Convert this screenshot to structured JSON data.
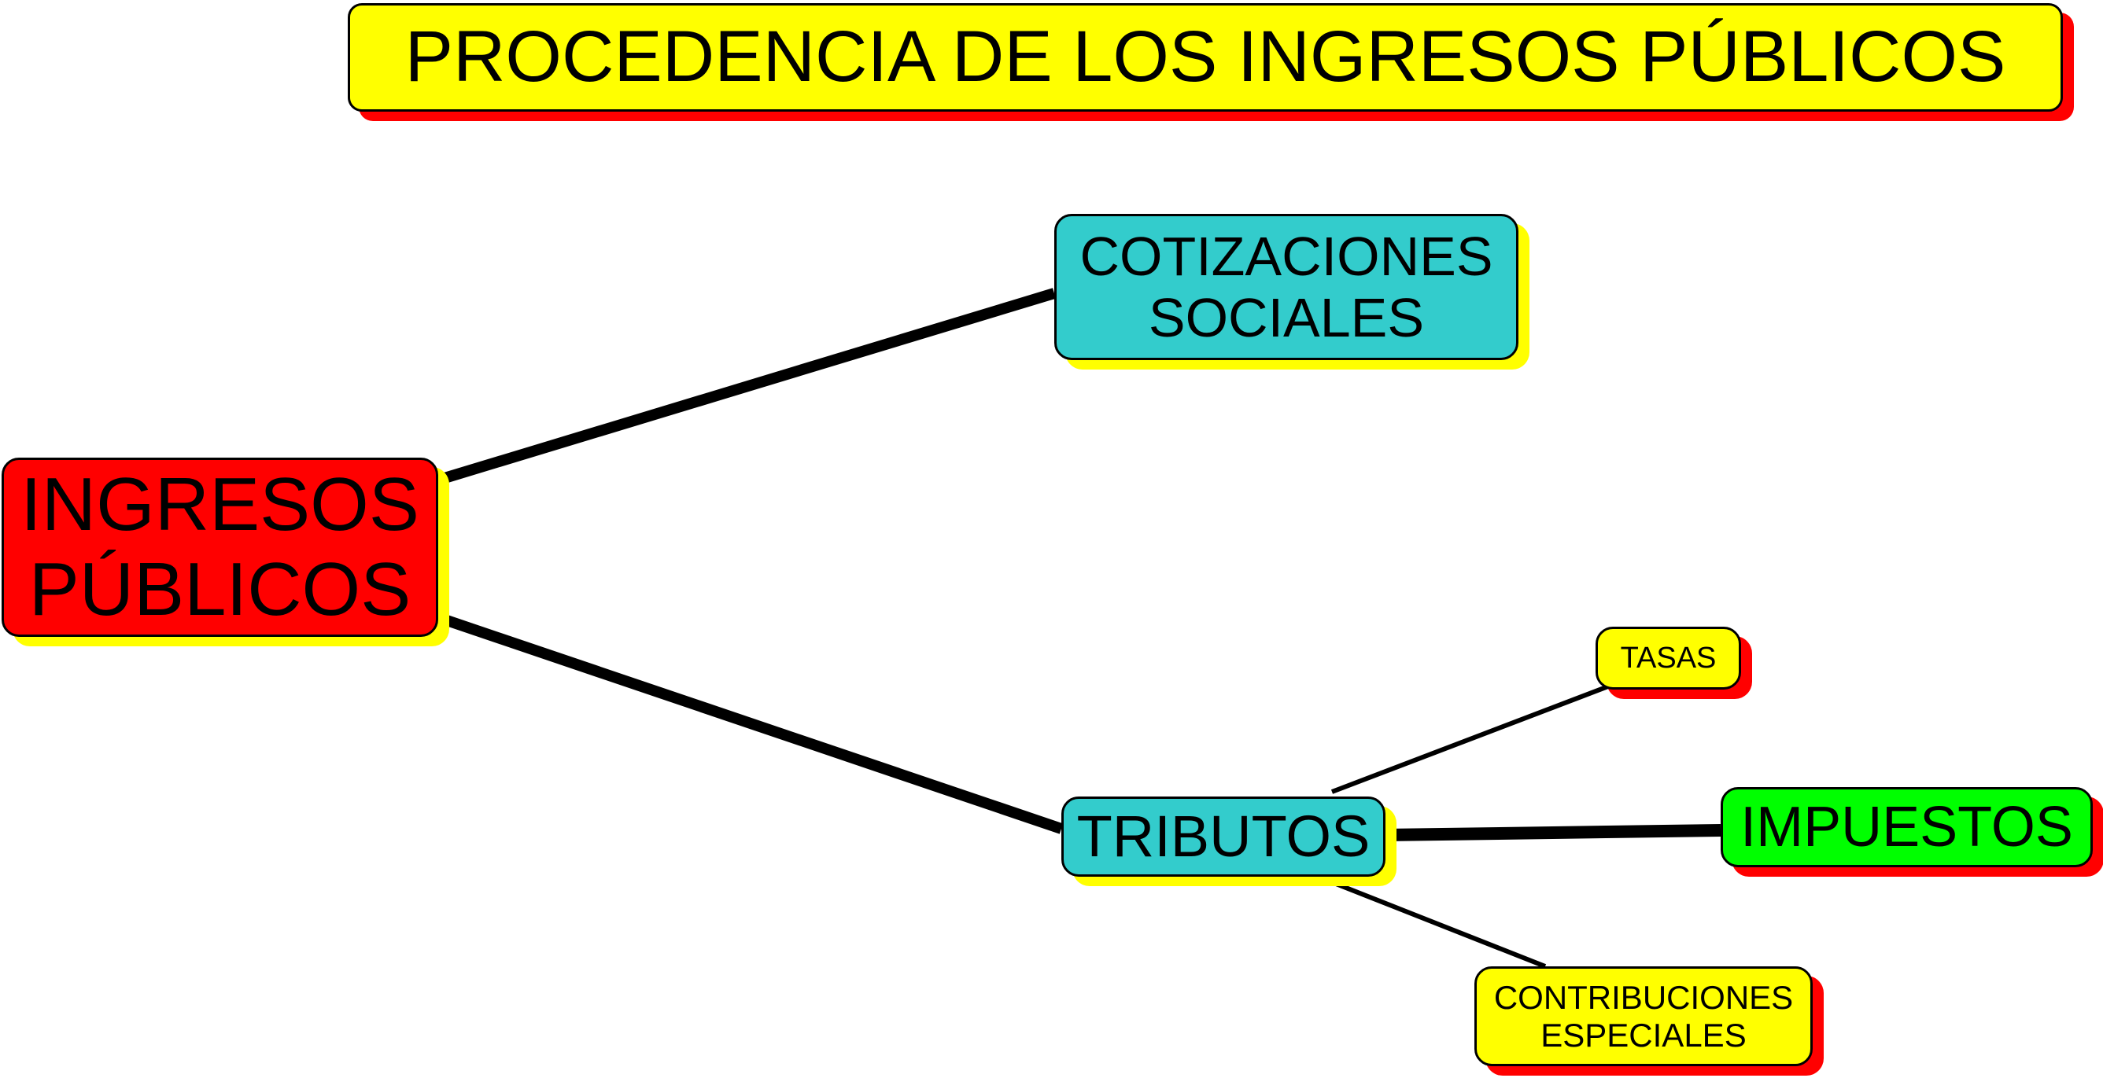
{
  "title": "PROCEDENCIA DE LOS INGRESOS PÚBLICOS",
  "nodes": {
    "root": {
      "line1": "INGRESOS",
      "line2": "PÚBLICOS",
      "color": "#ff0000",
      "shadow": "#ffff00"
    },
    "cotizaciones": {
      "line1": "COTIZACIONES",
      "line2": "SOCIALES",
      "color": "#33cccc",
      "shadow": "#ffff00"
    },
    "tributos": {
      "label": "TRIBUTOS",
      "color": "#33cccc",
      "shadow": "#ffff00"
    },
    "tasas": {
      "label": "TASAS",
      "color": "#ffff00",
      "shadow": "#ff0000"
    },
    "impuestos": {
      "label": "IMPUESTOS",
      "color": "#00ff00",
      "shadow": "#ff0000"
    },
    "contribuciones": {
      "line1": "CONTRIBUCIONES",
      "line2": "ESPECIALES",
      "color": "#ffff00",
      "shadow": "#ff0000"
    }
  },
  "edges": [
    {
      "from": "root",
      "to": "cotizaciones"
    },
    {
      "from": "root",
      "to": "tributos"
    },
    {
      "from": "tributos",
      "to": "tasas"
    },
    {
      "from": "tributos",
      "to": "impuestos"
    },
    {
      "from": "tributos",
      "to": "contribuciones"
    }
  ],
  "colors": {
    "title_fill": "#ffff00",
    "title_shadow": "#ff0000",
    "line": "#000000"
  }
}
